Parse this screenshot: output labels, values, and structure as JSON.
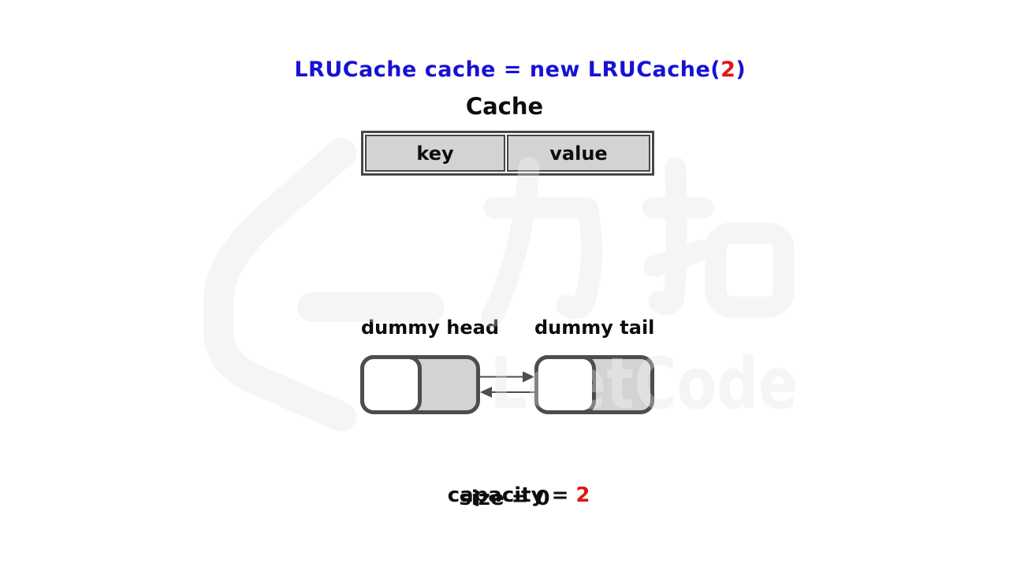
{
  "title_code": {
    "prefix": "LRUCache cache = new LRUCache(",
    "arg": "2",
    "suffix": ")"
  },
  "cache_table": {
    "title": "Cache",
    "columns": [
      "key",
      "value"
    ]
  },
  "linked_list": {
    "head_label": "dummy head",
    "tail_label": "dummy tail"
  },
  "stats": {
    "capacity_label": "capacity = ",
    "capacity_value": "2",
    "size_text": "size = 0"
  },
  "watermark": {
    "cn_text": "力扣",
    "brand_text": "LeetCode"
  },
  "colors": {
    "code_blue": "#1712d2",
    "accent_red": "#e51510",
    "cell_gray": "#d3d3d3",
    "border_gray": "#4a4a4a",
    "arrow_gray": "#4d4d4d",
    "watermark_gray": "#f2f2f2"
  }
}
